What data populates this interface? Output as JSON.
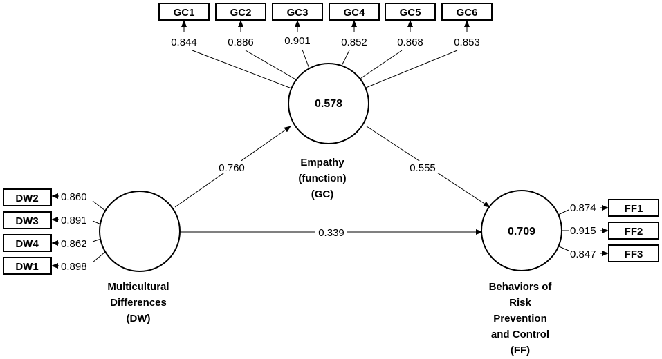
{
  "constructs": {
    "gc": {
      "name_lines": [
        "Empathy",
        "(function)",
        "(GC)"
      ],
      "r2": "0.578"
    },
    "dw": {
      "name_lines": [
        "Multicultural",
        "Differences",
        "(DW)"
      ],
      "r2": ""
    },
    "ff": {
      "name_lines": [
        "Behaviors of",
        "Risk",
        "Prevention",
        "and Control",
        "(FF)"
      ],
      "r2": "0.709"
    }
  },
  "indicators": {
    "gc": [
      {
        "label": "GC1",
        "loading": "0.844"
      },
      {
        "label": "GC2",
        "loading": "0.886"
      },
      {
        "label": "GC3",
        "loading": "0.901"
      },
      {
        "label": "GC4",
        "loading": "0.852"
      },
      {
        "label": "GC5",
        "loading": "0.868"
      },
      {
        "label": "GC6",
        "loading": "0.853"
      }
    ],
    "dw": [
      {
        "label": "DW2",
        "loading": "0.860"
      },
      {
        "label": "DW3",
        "loading": "0.891"
      },
      {
        "label": "DW4",
        "loading": "0.862"
      },
      {
        "label": "DW1",
        "loading": "0.898"
      }
    ],
    "ff": [
      {
        "label": "FF1",
        "loading": "0.874"
      },
      {
        "label": "FF2",
        "loading": "0.915"
      },
      {
        "label": "FF3",
        "loading": "0.847"
      }
    ]
  },
  "paths": {
    "dw_to_gc": "0.760",
    "gc_to_ff": "0.555",
    "dw_to_ff": "0.339"
  }
}
